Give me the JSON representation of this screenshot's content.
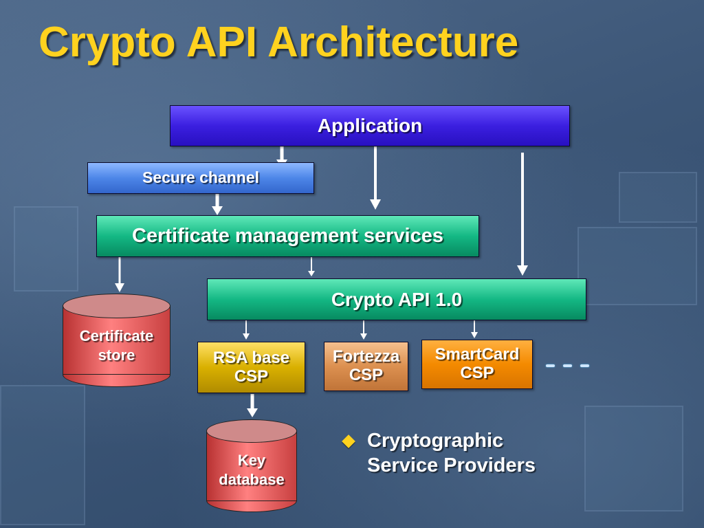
{
  "slide": {
    "title": "Crypto API Architecture"
  },
  "diagram": {
    "application": "Application",
    "secure_channel": "Secure channel",
    "cert_services": "Certificate management services",
    "crypto_api": "Crypto API 1.0",
    "rsa_csp": [
      "RSA base",
      "CSP"
    ],
    "fortezza_csp": [
      "Fortezza",
      "CSP"
    ],
    "smartcard_csp": [
      "SmartCard",
      "CSP"
    ],
    "cert_store": [
      "Certificate",
      "store"
    ],
    "key_db": [
      "Key",
      "database"
    ]
  },
  "bullet": {
    "lines": [
      "Cryptographic",
      "Service Providers"
    ]
  },
  "colors": {
    "title": "#ffd21f",
    "application": "#3b1fe0",
    "secure_channel": "#4d86e8",
    "teal_boxes": "#14b884",
    "rsa": "#d9b000",
    "fortezza": "#dc9050",
    "smartcard": "#f48a00",
    "cylinders": "#e05a5a"
  }
}
